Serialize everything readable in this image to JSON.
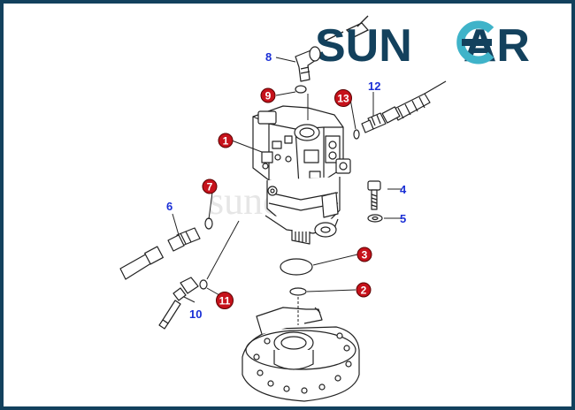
{
  "logo": {
    "text_left": "SUN",
    "text_c": "C",
    "text_right": "AR",
    "colors": {
      "primary": "#13415d",
      "accent": "#3fb3c9"
    }
  },
  "watermark": "suncar",
  "colors": {
    "frame": "#13415d",
    "label_blue": "#1a2fd6",
    "badge_red": "#c6121b",
    "line": "#222222"
  },
  "callouts": {
    "blue": [
      {
        "id": "8",
        "text": "8"
      },
      {
        "id": "12",
        "text": "12"
      },
      {
        "id": "4",
        "text": "4"
      },
      {
        "id": "5",
        "text": "5"
      },
      {
        "id": "6",
        "text": "6"
      },
      {
        "id": "10",
        "text": "10"
      }
    ],
    "red": [
      {
        "id": "9",
        "text": "9"
      },
      {
        "id": "13",
        "text": "13"
      },
      {
        "id": "1",
        "text": "1"
      },
      {
        "id": "7",
        "text": "7"
      },
      {
        "id": "3",
        "text": "3"
      },
      {
        "id": "2",
        "text": "2"
      },
      {
        "id": "11",
        "text": "11"
      }
    ]
  }
}
